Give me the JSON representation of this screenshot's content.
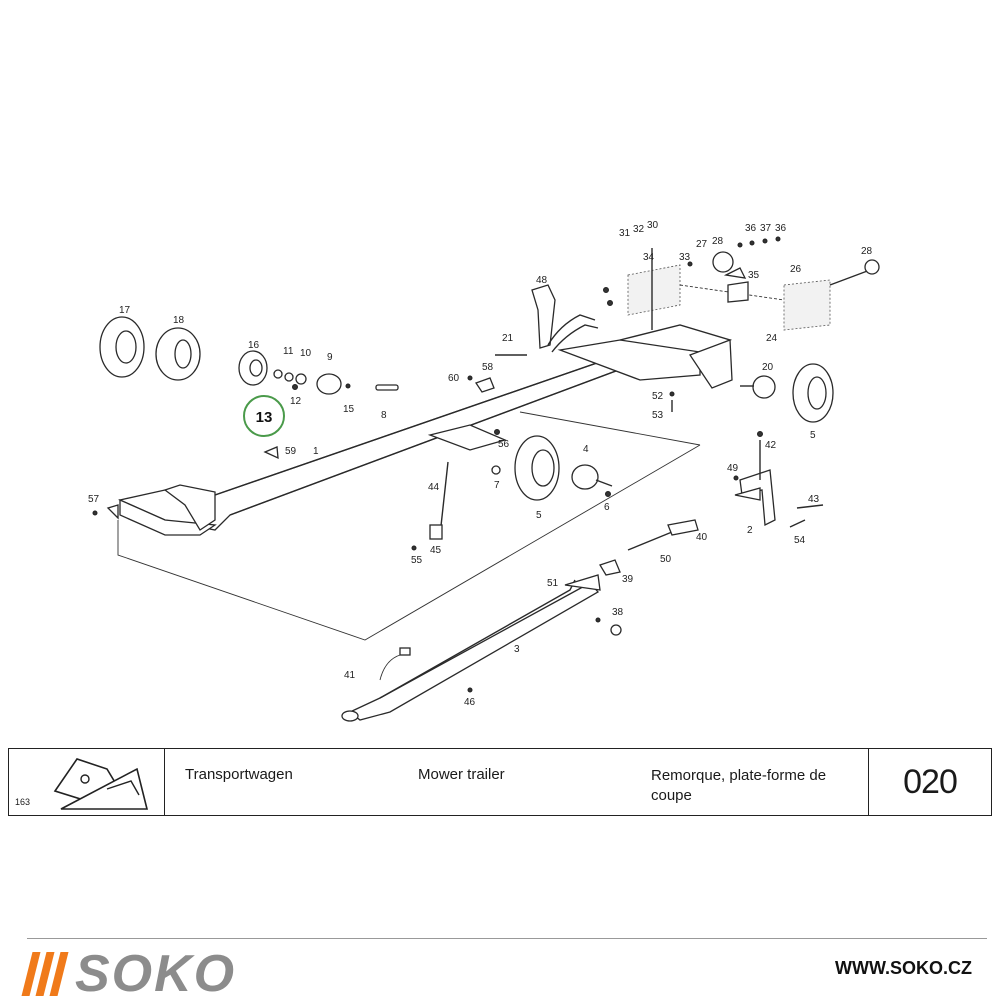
{
  "diagram": {
    "highlight_label": "13",
    "labels": [
      {
        "id": "p1",
        "text": "1"
      },
      {
        "id": "p2",
        "text": "2"
      },
      {
        "id": "p3",
        "text": "3"
      },
      {
        "id": "p4",
        "text": "4"
      },
      {
        "id": "p5a",
        "text": "5"
      },
      {
        "id": "p5b",
        "text": "5"
      },
      {
        "id": "p6",
        "text": "6"
      },
      {
        "id": "p7",
        "text": "7"
      },
      {
        "id": "p8",
        "text": "8"
      },
      {
        "id": "p9",
        "text": "9"
      },
      {
        "id": "p10",
        "text": "10"
      },
      {
        "id": "p11",
        "text": "11"
      },
      {
        "id": "p12",
        "text": "12"
      },
      {
        "id": "p15",
        "text": "15"
      },
      {
        "id": "p16",
        "text": "16"
      },
      {
        "id": "p17",
        "text": "17"
      },
      {
        "id": "p18",
        "text": "18"
      },
      {
        "id": "p20",
        "text": "20"
      },
      {
        "id": "p21",
        "text": "21"
      },
      {
        "id": "p24",
        "text": "24"
      },
      {
        "id": "p26",
        "text": "26"
      },
      {
        "id": "p27",
        "text": "27"
      },
      {
        "id": "p28a",
        "text": "28"
      },
      {
        "id": "p28b",
        "text": "28"
      },
      {
        "id": "p30",
        "text": "30"
      },
      {
        "id": "p31",
        "text": "31"
      },
      {
        "id": "p32",
        "text": "32"
      },
      {
        "id": "p33",
        "text": "33"
      },
      {
        "id": "p34",
        "text": "34"
      },
      {
        "id": "p35",
        "text": "35"
      },
      {
        "id": "p36a",
        "text": "36"
      },
      {
        "id": "p36b",
        "text": "36"
      },
      {
        "id": "p37",
        "text": "37"
      },
      {
        "id": "p38",
        "text": "38"
      },
      {
        "id": "p39",
        "text": "39"
      },
      {
        "id": "p40",
        "text": "40"
      },
      {
        "id": "p41",
        "text": "41"
      },
      {
        "id": "p42",
        "text": "42"
      },
      {
        "id": "p43",
        "text": "43"
      },
      {
        "id": "p44",
        "text": "44"
      },
      {
        "id": "p45",
        "text": "45"
      },
      {
        "id": "p46",
        "text": "46"
      },
      {
        "id": "p48",
        "text": "48"
      },
      {
        "id": "p49",
        "text": "49"
      },
      {
        "id": "p50",
        "text": "50"
      },
      {
        "id": "p51",
        "text": "51"
      },
      {
        "id": "p52",
        "text": "52"
      },
      {
        "id": "p53",
        "text": "53"
      },
      {
        "id": "p54",
        "text": "54"
      },
      {
        "id": "p55",
        "text": "55"
      },
      {
        "id": "p56",
        "text": "56"
      },
      {
        "id": "p57",
        "text": "57"
      },
      {
        "id": "p58",
        "text": "58"
      },
      {
        "id": "p59",
        "text": "59"
      },
      {
        "id": "p60",
        "text": "60"
      }
    ]
  },
  "title_block": {
    "page_number": "163",
    "name_de": "Transportwagen",
    "name_en": "Mower trailer",
    "name_fr": "Remorque, plate-forme de coupe",
    "section_code": "020"
  },
  "footer": {
    "brand": "SOKO",
    "website": "WWW.SOKO.CZ",
    "brand_color": "#f07a1a",
    "brand_text_color": "#8c8c8c"
  }
}
